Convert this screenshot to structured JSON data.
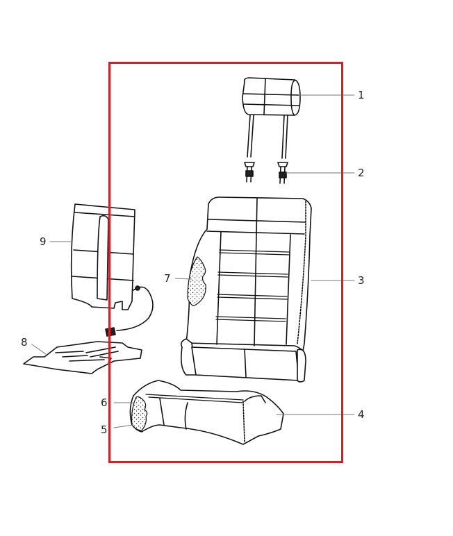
{
  "diagram": {
    "type": "exploded parts diagram",
    "subject": "front seat assembly",
    "highlight_color": "#e01b24",
    "line_color": "#111111",
    "leader_color": "#777777",
    "callouts": [
      {
        "id": "1",
        "label": "1",
        "part": "headrest"
      },
      {
        "id": "2",
        "label": "2",
        "part": "headrest-guides"
      },
      {
        "id": "3",
        "label": "3",
        "part": "seat-back-cover"
      },
      {
        "id": "4",
        "label": "4",
        "part": "seat-cushion-cover"
      },
      {
        "id": "5",
        "label": "5",
        "part": "seat-cushion-foam"
      },
      {
        "id": "6",
        "label": "6",
        "part": "seat-cushion-pad"
      },
      {
        "id": "7",
        "label": "7",
        "part": "seat-back-foam"
      },
      {
        "id": "8",
        "label": "8",
        "part": "seat-heater-mat-cushion"
      },
      {
        "id": "9",
        "label": "9",
        "part": "seat-heater-mat-back"
      }
    ]
  }
}
